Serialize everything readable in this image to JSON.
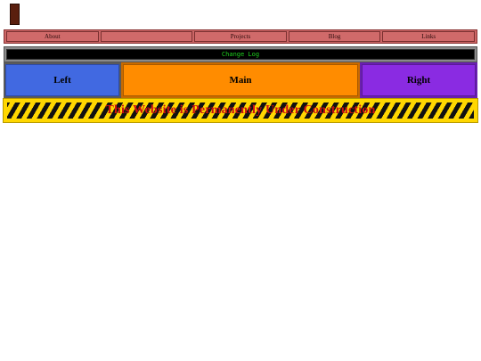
{
  "nav": {
    "items": [
      {
        "label": "About"
      },
      {
        "label": ""
      },
      {
        "label": "Projects"
      },
      {
        "label": "Blog"
      },
      {
        "label": "Links"
      }
    ]
  },
  "changelog": {
    "label": "Change Log",
    "text_color": "#1ed21e"
  },
  "columns": {
    "left": {
      "label": "Left",
      "color": "#4169e1"
    },
    "main": {
      "label": "Main",
      "color": "#ff8c00"
    },
    "right": {
      "label": "Right",
      "color": "#8a2be2"
    }
  },
  "construction": {
    "text": "This Website is Permanently Under Construction",
    "text_color": "#cc1111",
    "stripe_colors": [
      "#111111",
      "#ffd700"
    ]
  },
  "icons": {
    "door": "door-icon"
  }
}
